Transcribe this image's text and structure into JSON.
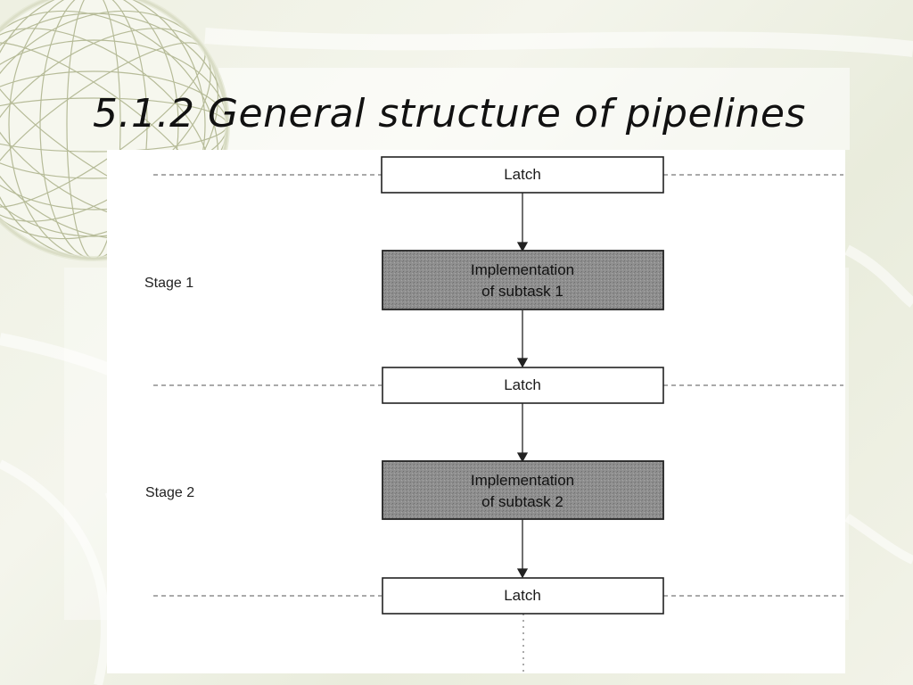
{
  "slide": {
    "title": "5.1.2 General structure of pipelines"
  },
  "diagram": {
    "latches": [
      {
        "label": "Latch"
      },
      {
        "label": "Latch"
      },
      {
        "label": "Latch"
      }
    ],
    "stages": [
      {
        "label": "Stage 1",
        "line1": "Implementation",
        "line2": "of subtask 1"
      },
      {
        "label": "Stage 2",
        "line1": "Implementation",
        "line2": "of subtask 2"
      }
    ],
    "colors": {
      "stage_fill": "#8f8f8f",
      "latch_fill": "#ffffff",
      "line": "#222222"
    }
  }
}
